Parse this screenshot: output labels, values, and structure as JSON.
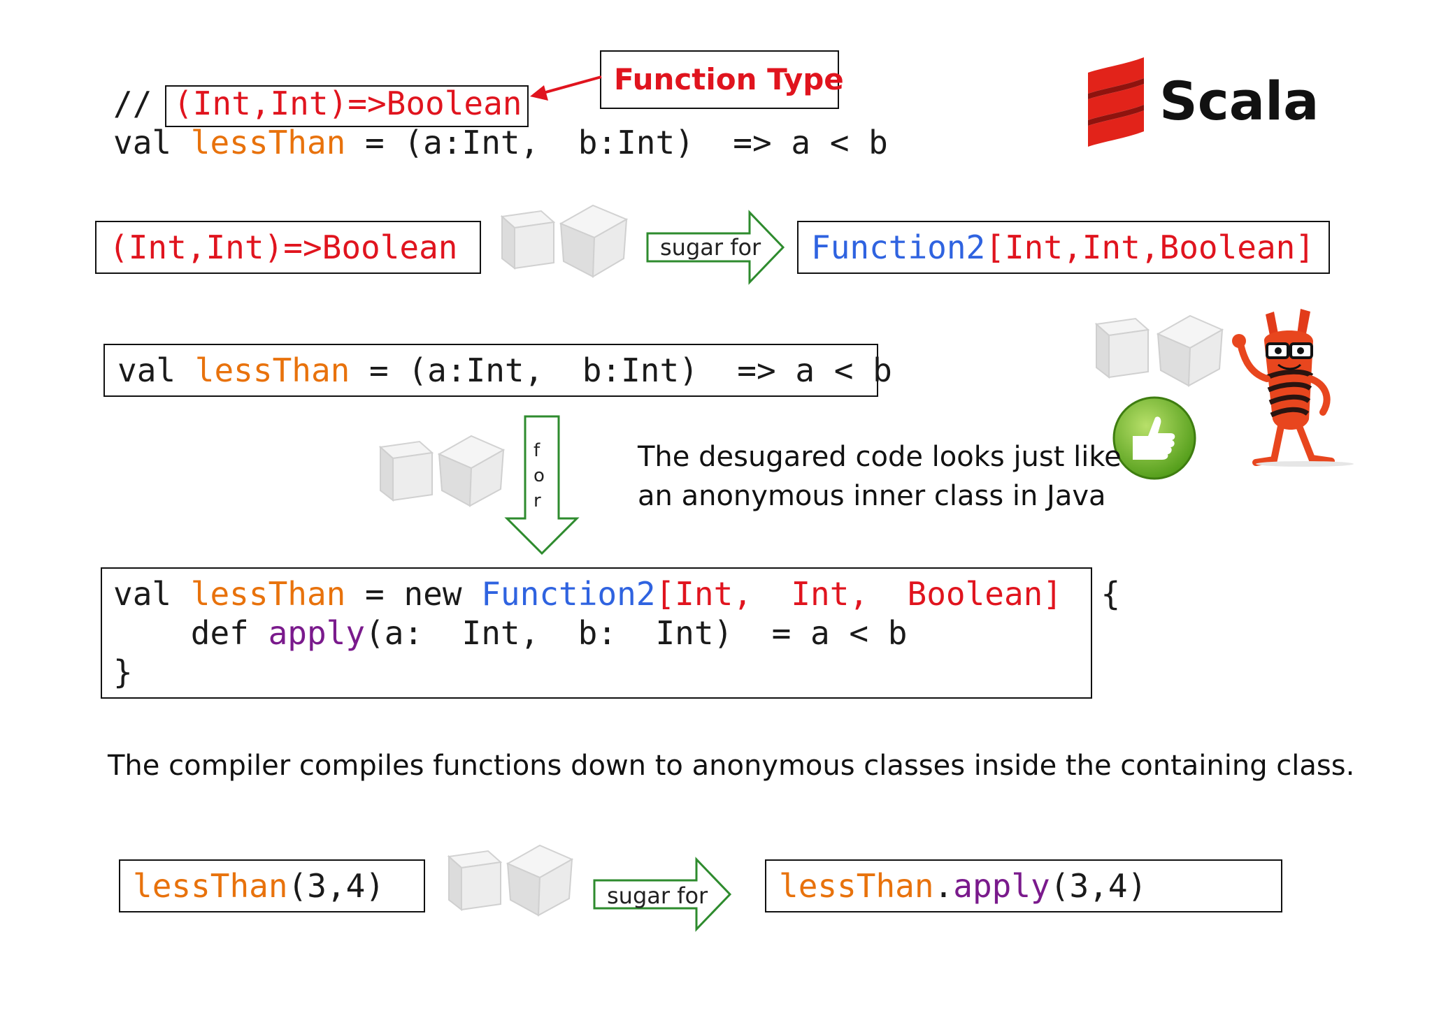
{
  "logo": {
    "text": "Scala"
  },
  "callout": {
    "label": "Function Type"
  },
  "top_code": {
    "comment_prefix": "//",
    "type_sig": "(Int,Int)=>Boolean",
    "val_kw": "val",
    "name": "lessThan",
    "rest": " = (a:Int,  b:Int)  => a < b"
  },
  "row2": {
    "left_type": "(Int,Int)=>Boolean",
    "arrow_label": "sugar for",
    "right_fn": "Function2",
    "right_params": "[Int,Int,Boolean]"
  },
  "row3": {
    "val_kw": "val",
    "name": "lessThan",
    "rest": " = (a:Int,  b:Int)  => a < b"
  },
  "down_arrow": {
    "letters": [
      "f",
      "o",
      "r"
    ]
  },
  "desugar_note": {
    "line1": "The desugared code looks just like",
    "line2": "an anonymous inner class in Java"
  },
  "anon_class": {
    "val_kw": "val",
    "name": "lessThan",
    "eq_new": " = new ",
    "fn": "Function2",
    "params": "[Int,  Int,  Boolean]",
    "brace_open": "  {",
    "def_kw": "    def ",
    "apply": "apply",
    "apply_rest": "(a:  Int,  b:  Int)  = a < b",
    "brace_close": "}"
  },
  "compiler_note": "The compiler compiles functions down to anonymous classes inside the containing class.",
  "row_bottom": {
    "left_name": "lessThan",
    "left_args": "(3,4)",
    "arrow_label": "sugar for",
    "right_name": "lessThan",
    "right_dot": ".",
    "right_apply": "apply",
    "right_args": "(3,4)"
  },
  "colors": {
    "type_red": "#e0141e",
    "name_orange": "#e8720c",
    "function_blue": "#2f63e0",
    "apply_purple": "#7a1a8c",
    "arrow_green": "#2e8b2e",
    "scala_red": "#d8261e"
  },
  "icons": [
    "scala-logo-icon",
    "sugar-cube-icon",
    "thumbs-up-icon",
    "mascot-icon",
    "right-arrow-icon",
    "down-arrow-icon",
    "callout-arrow-icon"
  ]
}
